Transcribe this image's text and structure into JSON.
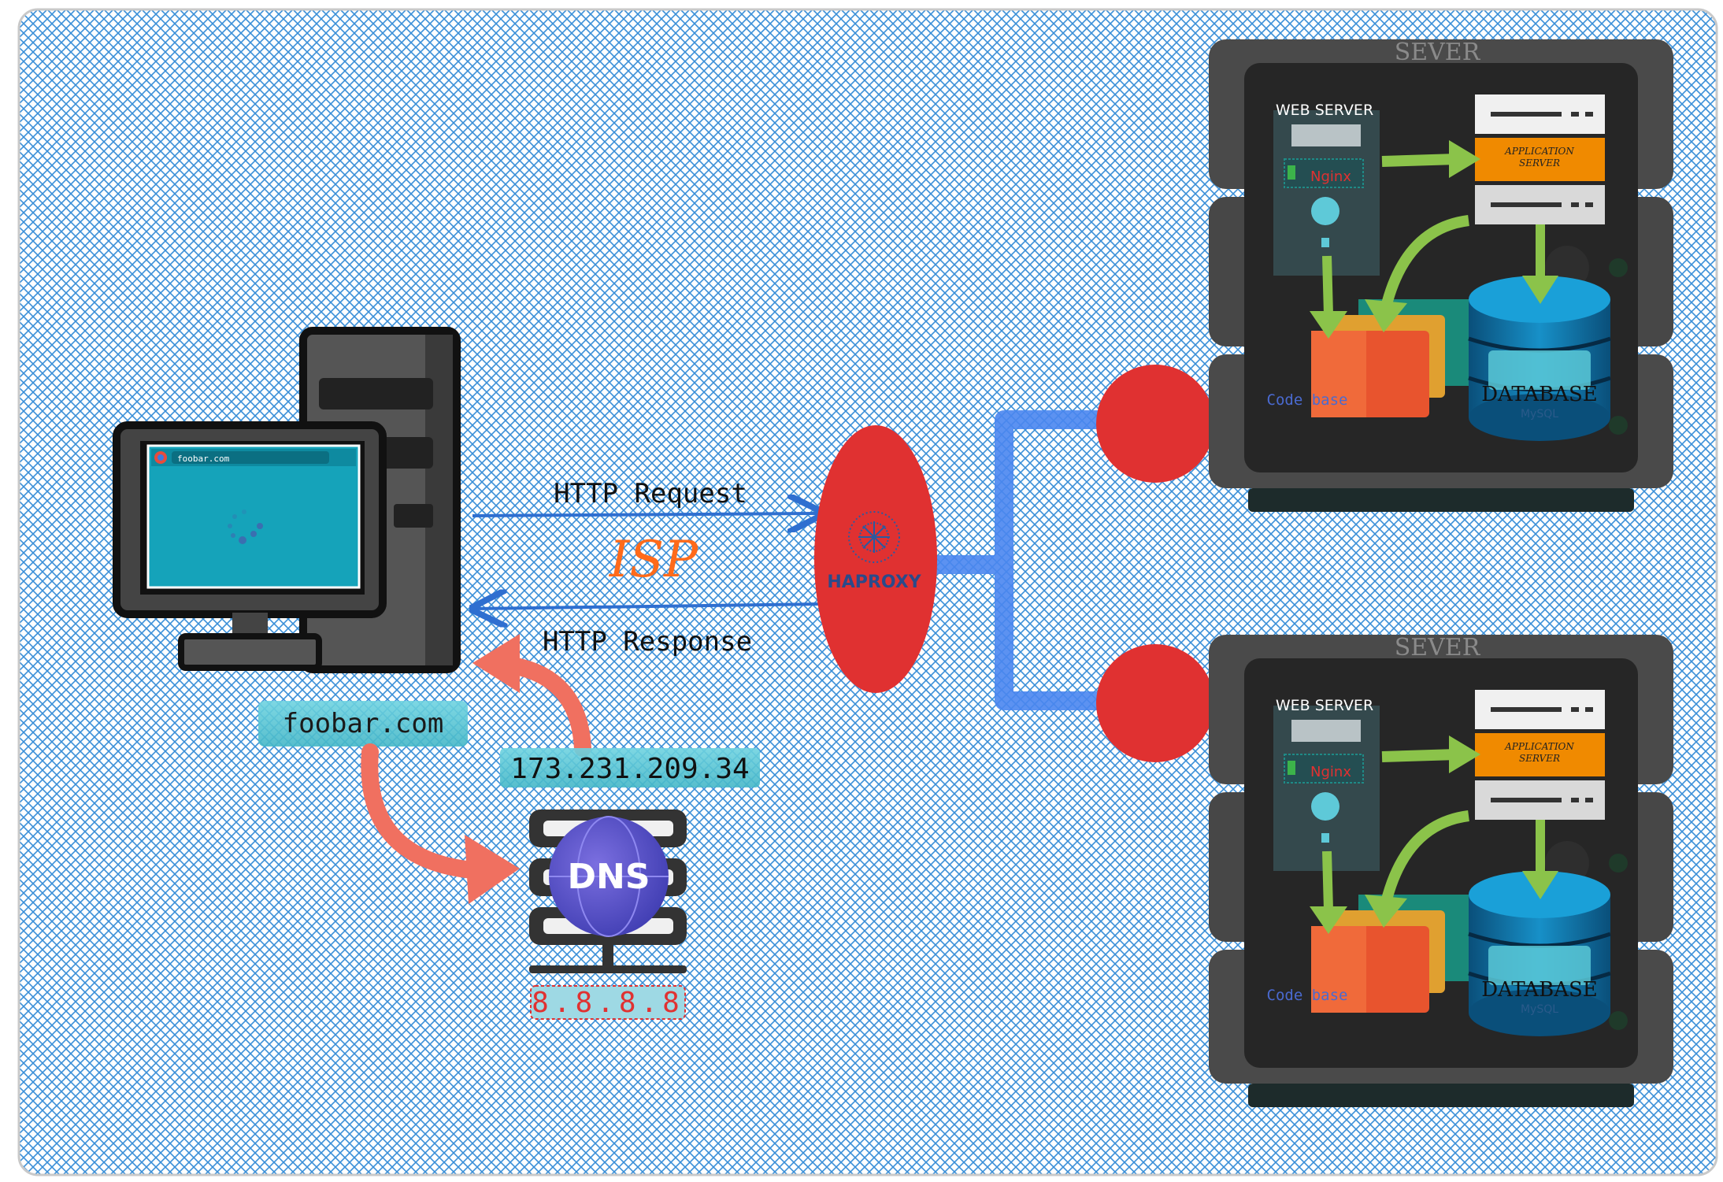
{
  "client": {
    "domain_label": "foobar.com",
    "browser_url": "foobar.com"
  },
  "connection": {
    "request_label": "HTTP Request",
    "isp_label": "ISP",
    "response_label": "HTTP Response",
    "resolved_ip": "173.231.209.34"
  },
  "dns": {
    "icon_label": "DNS",
    "address": "8.8.8.8"
  },
  "load_balancer": {
    "label": "HAPROXY"
  },
  "servers": [
    {
      "rack_label": "SEVER",
      "web_server_label": "WEB SERVER",
      "nginx_label": "Nginx",
      "app_server_line1": "APPLICATION",
      "app_server_line2": "SERVER",
      "code_label": "Code base",
      "database_label": "DATABASE",
      "mysql_label": "MySQL"
    },
    {
      "rack_label": "SEVER",
      "web_server_label": "WEB SERVER",
      "nginx_label": "Nginx",
      "app_server_line1": "APPLICATION",
      "app_server_line2": "SERVER",
      "code_label": "Code base",
      "database_label": "DATABASE",
      "mysql_label": "MySQL"
    }
  ],
  "colors": {
    "hatch": "#3a8fd8",
    "arrow_blue": "#2f6fd0",
    "arrow_salmon": "#f07060",
    "arrow_green": "#8bc34a",
    "lb_red": "#e03131",
    "isp_orange": "#ff6a1a",
    "label_bg": "#5bc8d6",
    "rack_dark": "#3a3a3a",
    "app_orange": "#f08a00",
    "db_blue": "#0e6fa0"
  }
}
